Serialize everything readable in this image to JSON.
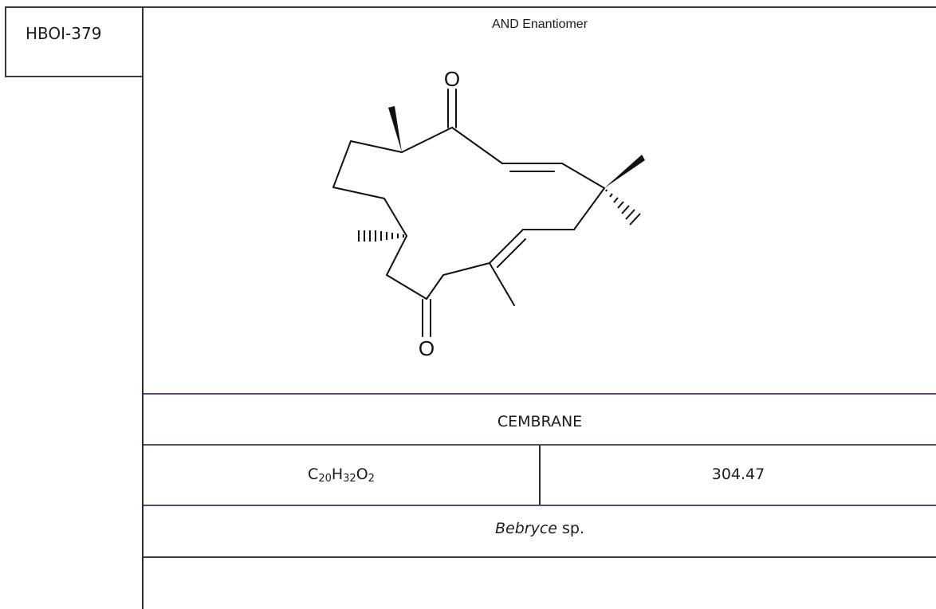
{
  "compound": {
    "id": "HBOI-379",
    "structure_title": "AND Enantiomer",
    "structure_atoms": {
      "ketone_top_oxygen": "O",
      "ketone_bottom_oxygen": "O"
    },
    "class_name": "CEMBRANE",
    "formula": {
      "c_symbol": "C",
      "c_count": "20",
      "h_symbol": "H",
      "h_count": "32",
      "o_symbol": "O",
      "o_count": "2"
    },
    "molecular_weight": "304.47",
    "source": {
      "genus": "Bebryce",
      "suffix": " sp."
    }
  },
  "colors": {
    "border_dark": "#3a3a3a",
    "border_purple": "#5b4a78",
    "border_green": "#4b5e4a",
    "text": "#1c1c1c"
  }
}
